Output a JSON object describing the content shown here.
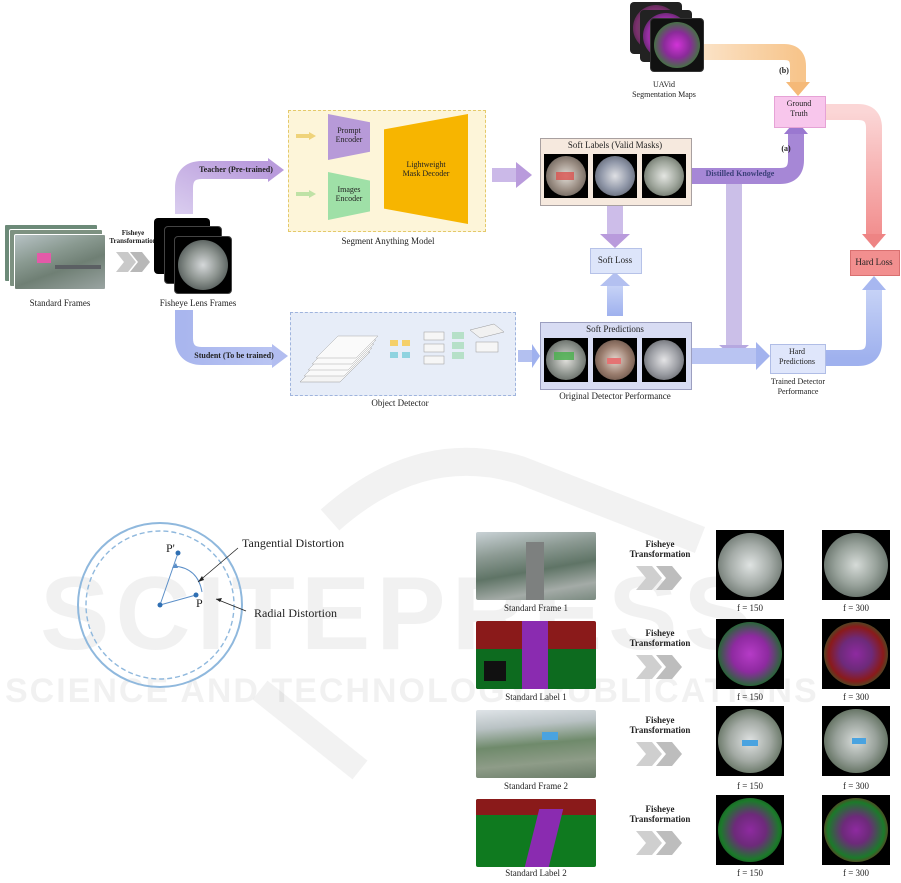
{
  "watermark": {
    "big": "SCITEPRESS",
    "small": "SCIENCE AND TECHNOLOGY PUBLICATIONS"
  },
  "pipeline": {
    "standard_frames": "Standard Frames",
    "fisheye_transform": "Fisheye\nTransformation",
    "fisheye_frames": "Fisheye Lens Frames",
    "teacher": "Teacher (Pre-trained)",
    "student": "Student (To be trained)",
    "prompt_encoder": "Prompt\nEncoder",
    "images_encoder": "Images\nEncoder",
    "mask_decoder": "Lightweight\nMask Decoder",
    "sam_caption": "Segment Anything Model",
    "detector_caption": "Object Detector",
    "soft_labels": "Soft Labels (Valid Masks)",
    "soft_predictions": "Soft Predictions",
    "soft_loss": "Soft Loss",
    "original_perf": "Original Detector Performance",
    "distilled": "Distilled Knowledge",
    "uavid": "UAVid\nSegmentation Maps",
    "ground_truth": "Ground\nTruth",
    "label_a": "(a)",
    "label_b": "(b)",
    "hard_loss": "Hard Loss",
    "hard_predictions": "Hard\nPredictions",
    "trained_perf": "Trained Detector\nPerformance"
  },
  "distortion": {
    "tangential": "Tangential Distortion",
    "radial": "Radial Distortion",
    "p_prime": "P'",
    "p": "P"
  },
  "grid": {
    "transform_label": "Fisheye\nTransformation",
    "rows": [
      {
        "name": "Standard Frame 1",
        "f1": "f = 150",
        "f2": "f = 300"
      },
      {
        "name": "Standard Label 1",
        "f1": "f = 150",
        "f2": "f = 300"
      },
      {
        "name": "Standard Frame 2",
        "f1": "f = 150",
        "f2": "f = 300"
      },
      {
        "name": "Standard Label 2",
        "f1": "f = 150",
        "f2": "f = 300"
      }
    ]
  }
}
